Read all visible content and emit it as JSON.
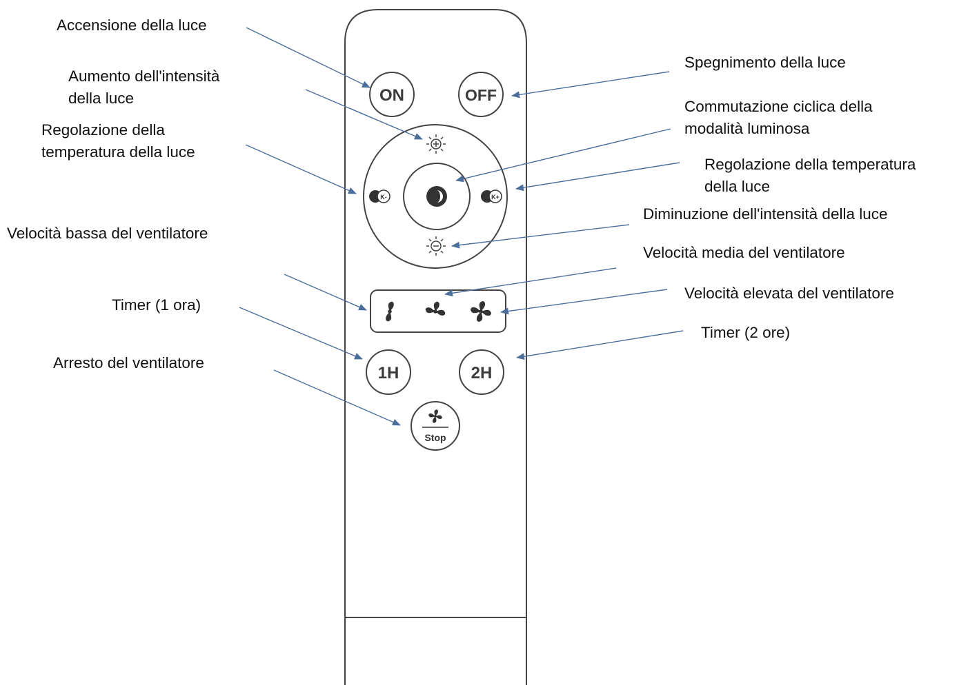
{
  "labels": {
    "light_on": "Accensione della luce",
    "brightness_up_line1": "Aumento dell'intensità",
    "brightness_up_line2": "della luce",
    "color_temp_left_line1": "Regolazione della",
    "color_temp_left_line2": "temperatura della luce",
    "fan_low": "Velocità bassa del ventilatore",
    "timer_1h": "Timer (1 ora)",
    "fan_stop": "Arresto del ventilatore",
    "light_off": "Spegnimento della luce",
    "mode_cycle_line1": "Commutazione ciclica della",
    "mode_cycle_line2": "modalità luminosa",
    "color_temp_right_line1": "Regolazione della temperatura",
    "color_temp_right_line2": "della luce",
    "brightness_down": "Diminuzione dell'intensità della luce",
    "fan_medium": "Velocità media del ventilatore",
    "fan_high": "Velocità elevata del ventilatore",
    "timer_2h": "Timer (2 ore)"
  },
  "buttons": {
    "on": "ON",
    "off": "OFF",
    "timer_1h": "1H",
    "timer_2h": "2H",
    "stop": "Stop",
    "k_minus": "K-",
    "k_plus": "K+"
  },
  "colors": {
    "arrow": "#4a6f9c",
    "outline": "#444444"
  }
}
